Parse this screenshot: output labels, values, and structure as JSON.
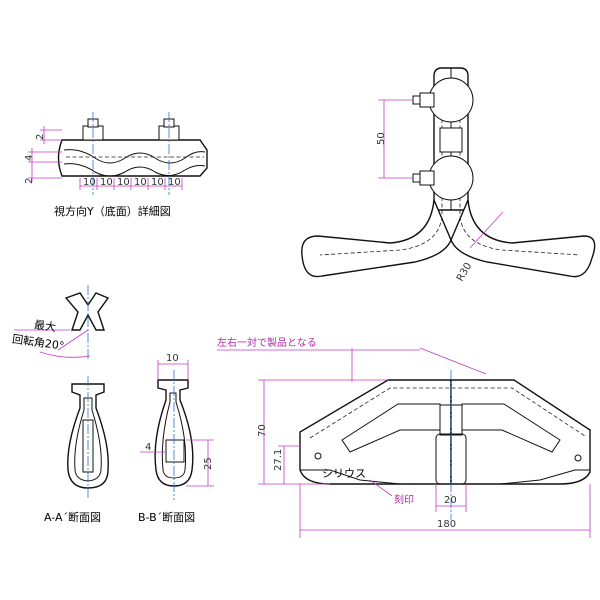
{
  "detail_view": {
    "caption": "視方向Y（底面）詳細図",
    "dims": {
      "top_2": "2",
      "side_4": "4",
      "side_2": "2",
      "pitch": [
        "10",
        "10",
        "10",
        "10",
        "10",
        "10"
      ]
    }
  },
  "main_view": {
    "dim_height": "50",
    "radius": "R30"
  },
  "rotation_view": {
    "label_line1": "最大",
    "label_line2": "回転角20°"
  },
  "section_a": {
    "caption": "A-A´断面図"
  },
  "section_b": {
    "caption": "B-B´断面図",
    "dim_top": "10",
    "dim_left": "4",
    "dim_right": "25"
  },
  "front_view": {
    "note": "左右一対で製品となる",
    "serial_label": "シリウス",
    "stamp_label": "刻印",
    "dim_height": "70",
    "dim_base_height": "27.1",
    "dim_slot": "20",
    "dim_width": "180"
  },
  "colors": {
    "dimension": "#c03bc0",
    "centerline": "#2a6fe0",
    "outline": "#111111"
  }
}
